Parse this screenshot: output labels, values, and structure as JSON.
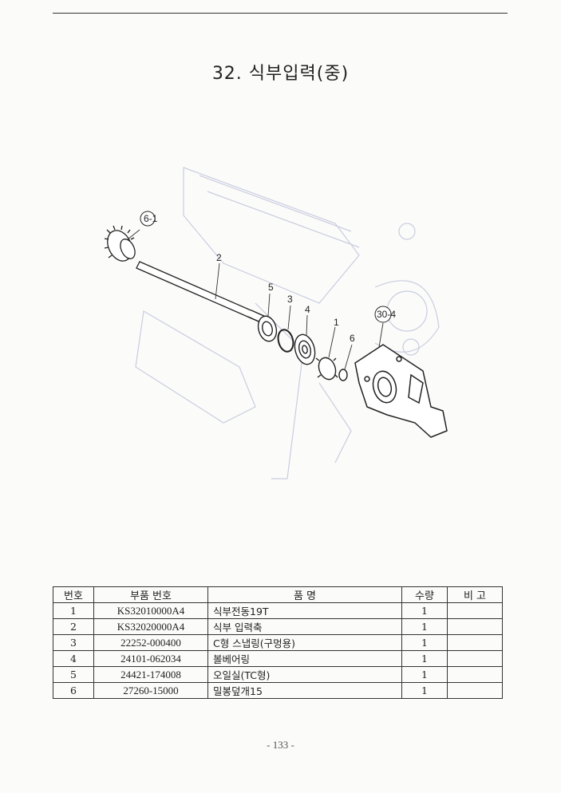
{
  "page": {
    "title": "32. 식부입력(중)",
    "page_number": "- 133 -"
  },
  "diagram": {
    "callouts": [
      "6-1",
      "2",
      "5",
      "3",
      "4",
      "1",
      "6",
      "30-4"
    ]
  },
  "parts_table": {
    "headers": [
      "번호",
      "부품 번호",
      "품 명",
      "수량",
      "비 고"
    ],
    "rows": [
      {
        "no": "1",
        "code": "KS32010000A4",
        "name": "식부전동19T",
        "qty": "1",
        "note": ""
      },
      {
        "no": "2",
        "code": "KS32020000A4",
        "name": "식부 입력축",
        "qty": "1",
        "note": ""
      },
      {
        "no": "3",
        "code": "22252-000400",
        "name": "C형 스냅링(구멍용)",
        "qty": "1",
        "note": ""
      },
      {
        "no": "4",
        "code": "24101-062034",
        "name": "볼베어링",
        "qty": "1",
        "note": ""
      },
      {
        "no": "5",
        "code": "24421-174008",
        "name": "오일실(TC형)",
        "qty": "1",
        "note": ""
      },
      {
        "no": "6",
        "code": "27260-15000",
        "name": "밀봉덮개15",
        "qty": "1",
        "note": ""
      }
    ]
  }
}
